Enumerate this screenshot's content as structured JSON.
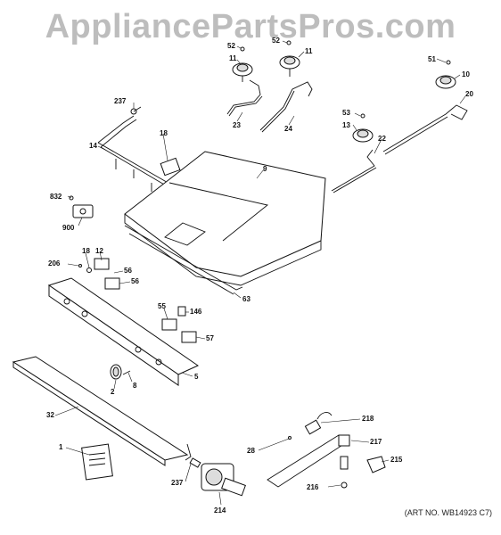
{
  "watermark": "AppliancePartsPros.com",
  "art_number": "(ART NO. WB14923 C7)",
  "callouts": [
    {
      "id": "c52",
      "label": "52"
    },
    {
      "id": "c52b",
      "label": "52"
    },
    {
      "id": "c11a",
      "label": "11"
    },
    {
      "id": "c11b",
      "label": "11"
    },
    {
      "id": "c51",
      "label": "51"
    },
    {
      "id": "c10",
      "label": "10"
    },
    {
      "id": "c20",
      "label": "20"
    },
    {
      "id": "c237a",
      "label": "237"
    },
    {
      "id": "c23",
      "label": "23"
    },
    {
      "id": "c24",
      "label": "24"
    },
    {
      "id": "c53",
      "label": "53"
    },
    {
      "id": "c13",
      "label": "13"
    },
    {
      "id": "c22",
      "label": "22"
    },
    {
      "id": "c14",
      "label": "14"
    },
    {
      "id": "c18a",
      "label": "18"
    },
    {
      "id": "c9",
      "label": "9"
    },
    {
      "id": "c832",
      "label": "832"
    },
    {
      "id": "c900",
      "label": "900"
    },
    {
      "id": "c18b",
      "label": "18"
    },
    {
      "id": "c12",
      "label": "12"
    },
    {
      "id": "c206",
      "label": "206"
    },
    {
      "id": "c56a",
      "label": "56"
    },
    {
      "id": "c56b",
      "label": "56"
    },
    {
      "id": "c63",
      "label": "63"
    },
    {
      "id": "c55",
      "label": "55"
    },
    {
      "id": "c146",
      "label": "146"
    },
    {
      "id": "c57",
      "label": "57"
    },
    {
      "id": "c5",
      "label": "5"
    },
    {
      "id": "c8",
      "label": "8"
    },
    {
      "id": "c2",
      "label": "2"
    },
    {
      "id": "c32",
      "label": "32"
    },
    {
      "id": "c218",
      "label": "218"
    },
    {
      "id": "c28",
      "label": "28"
    },
    {
      "id": "c217",
      "label": "217"
    },
    {
      "id": "c215",
      "label": "215"
    },
    {
      "id": "c1",
      "label": "1"
    },
    {
      "id": "c237b",
      "label": "237"
    },
    {
      "id": "c216",
      "label": "216"
    },
    {
      "id": "c214",
      "label": "214"
    }
  ]
}
